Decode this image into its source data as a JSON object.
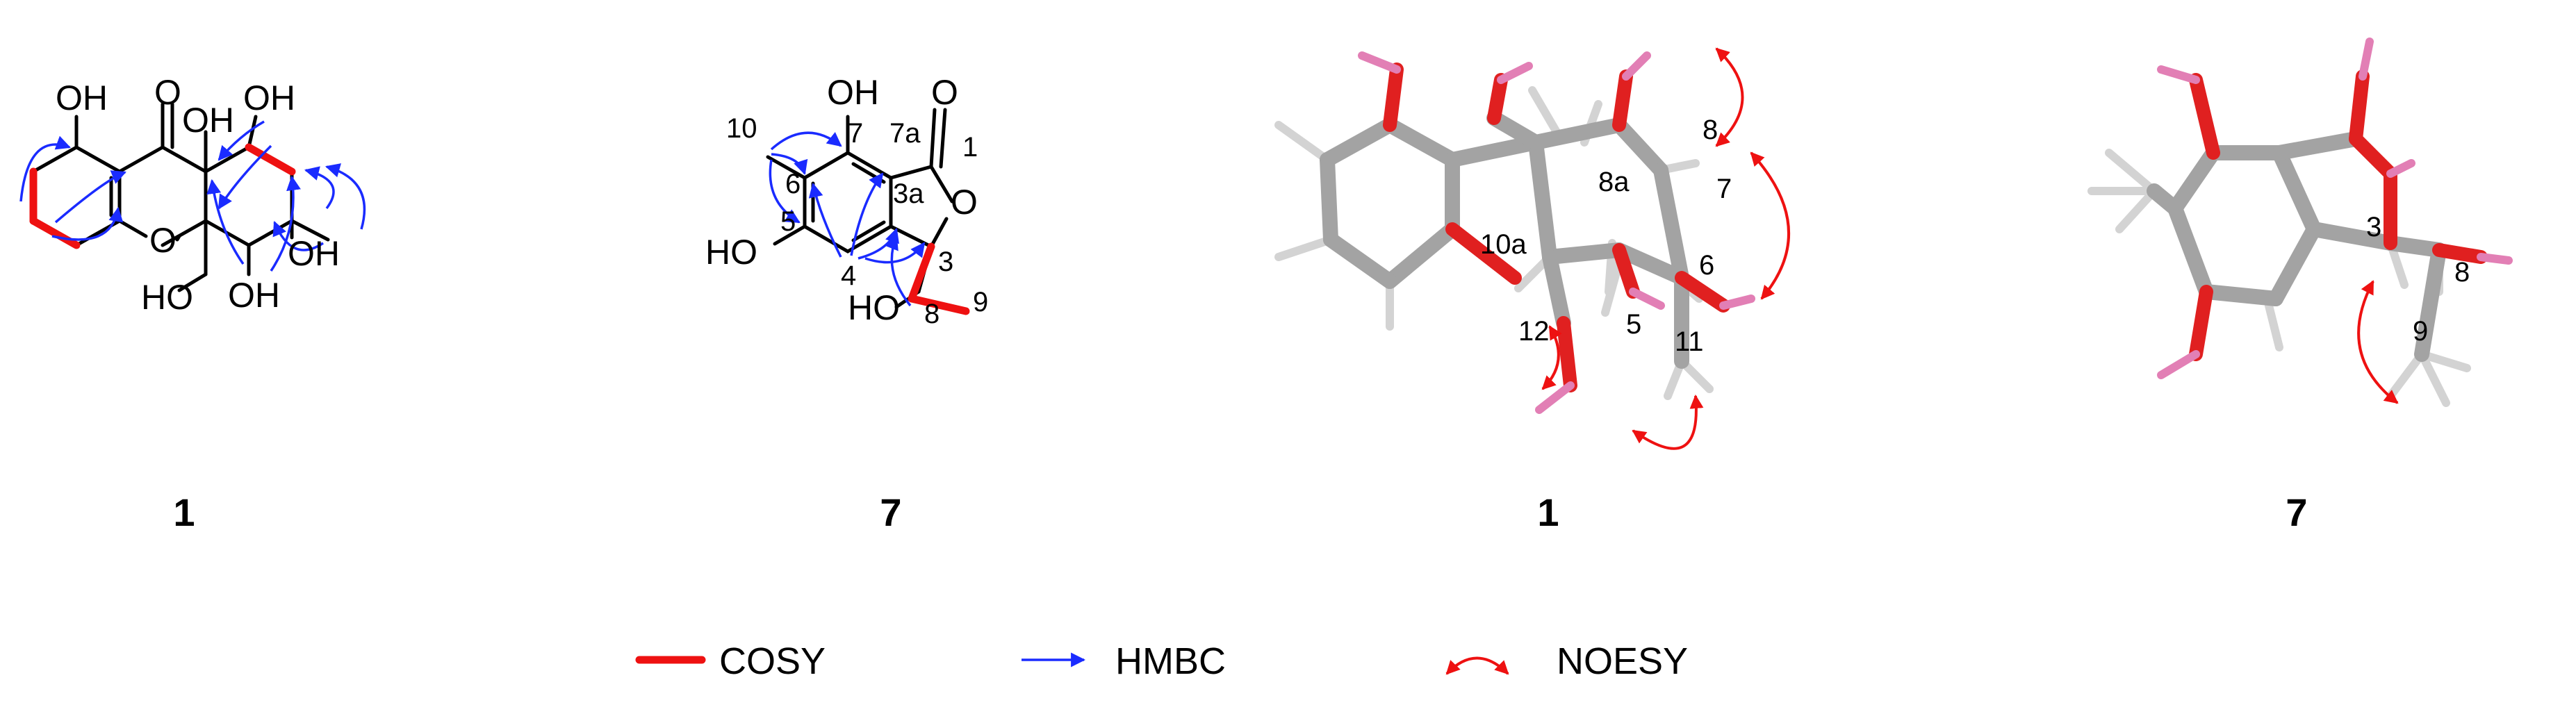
{
  "structure_1_2d": {
    "atom_labels": [
      "OH",
      "O",
      "OH",
      "OH",
      "O",
      "OH",
      "HO",
      "OH"
    ],
    "compound_label": "1"
  },
  "structure_7_2d": {
    "atom_labels": [
      "OH",
      "O",
      "O",
      "HO",
      "HO"
    ],
    "numbers": [
      "10",
      "7",
      "7a",
      "1",
      "6",
      "3a",
      "5",
      "4",
      "3",
      "8",
      "9"
    ],
    "compound_label": "7"
  },
  "structure_1_3d": {
    "numbers": [
      "8",
      "8a",
      "7",
      "10a",
      "6",
      "12",
      "5",
      "11"
    ],
    "compound_label": "1"
  },
  "structure_7_3d": {
    "numbers": [
      "3",
      "8",
      "9"
    ],
    "compound_label": "7"
  },
  "legend": {
    "cosy": "COSY",
    "hmbc": "HMBC",
    "noesy": "NOESY"
  },
  "colors": {
    "cosy": "#ee1111",
    "hmbc": "#1a2bff",
    "noesy": "#ee1111",
    "carbon": "#a3a3a3",
    "oxygen": "#e02020",
    "hydrogen": "#d3d3d3"
  }
}
